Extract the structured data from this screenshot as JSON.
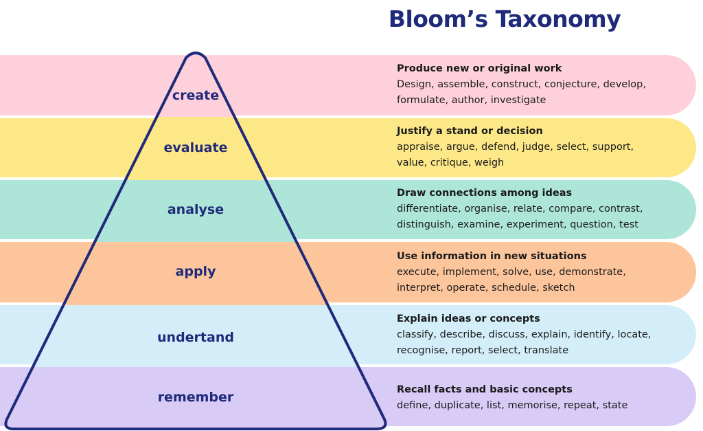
{
  "title": "Bloom’s Taxonomy",
  "levels": [
    {
      "name": "create",
      "color": "#fdd0dc",
      "heading": "Produce new or original work",
      "body": "Design, assemble, construct, conjecture, develop,\nformulate, author, investigate"
    },
    {
      "name": "evaluate",
      "color": "#fde888",
      "heading": "Justify a stand or decision",
      "body": "appraise, argue, defend, judge, select, support,\nvalue, critique, weigh"
    },
    {
      "name": "analyse",
      "color": "#ade6d8",
      "heading": "Draw connections among ideas",
      "body": "differentiate, organise, relate, compare, contrast,\ndistinguish, examine, experiment, question, test"
    },
    {
      "name": "apply",
      "color": "#fdc59c",
      "heading": "Use information in new situations",
      "body": "execute, implement, solve, use, demonstrate,\ninterpret, operate, schedule, sketch"
    },
    {
      "name": "undertand",
      "color": "#d3edf9",
      "heading": "Explain ideas or concepts",
      "body": "classify, describe, discuss, explain, identify, locate,\nrecognise, report, select, translate"
    },
    {
      "name": "remember",
      "color": "#d8cbf6",
      "heading": "Recall facts and basic concepts",
      "body": "define, duplicate, list, memorise, repeat, state"
    }
  ],
  "outline_color": "#1f2a7a"
}
